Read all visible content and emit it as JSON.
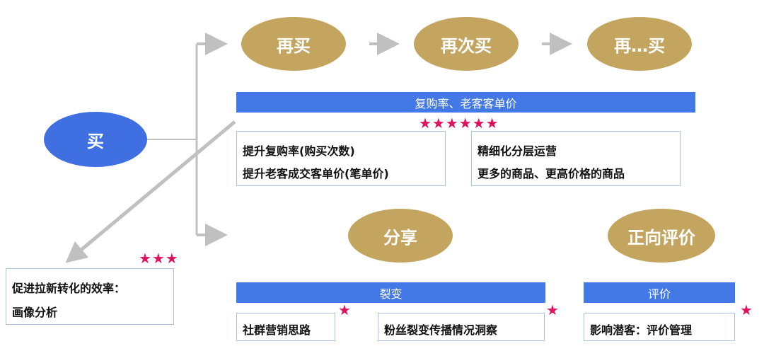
{
  "nodes": {
    "buy": "买",
    "rebuy": "再买",
    "buy_again": "再次买",
    "buy_more": "再…买",
    "share": "分享",
    "positive_review": "正向评价"
  },
  "bars": {
    "repurchase": "复购率、老客客单价",
    "fission": "裂变",
    "review": "评价"
  },
  "boxes": {
    "repurchase_left": [
      "提升复购率(购买次数)",
      "提升老客成交客单价(笔单价)"
    ],
    "repurchase_right": [
      "精细化分层运营",
      "更多的商品、更高价格的商品"
    ],
    "conversion": [
      "促进拉新转化的效率：",
      "画像分析"
    ],
    "community": "社群营销思路",
    "fission_insight": "粉丝裂变传播情况洞察",
    "review_mgmt": "影响潜客：评价管理"
  },
  "stars": {
    "repurchase": "★★★★★★",
    "conversion": "★★★",
    "community": "★",
    "fission_insight": "★",
    "review_mgmt": "★"
  },
  "colors": {
    "gold": "#c4a560",
    "blue_node": "#3f6fe0",
    "bar_blue": "#4379e6",
    "star_red": "#e0115f",
    "connector_gray": "#c0c0c0"
  }
}
